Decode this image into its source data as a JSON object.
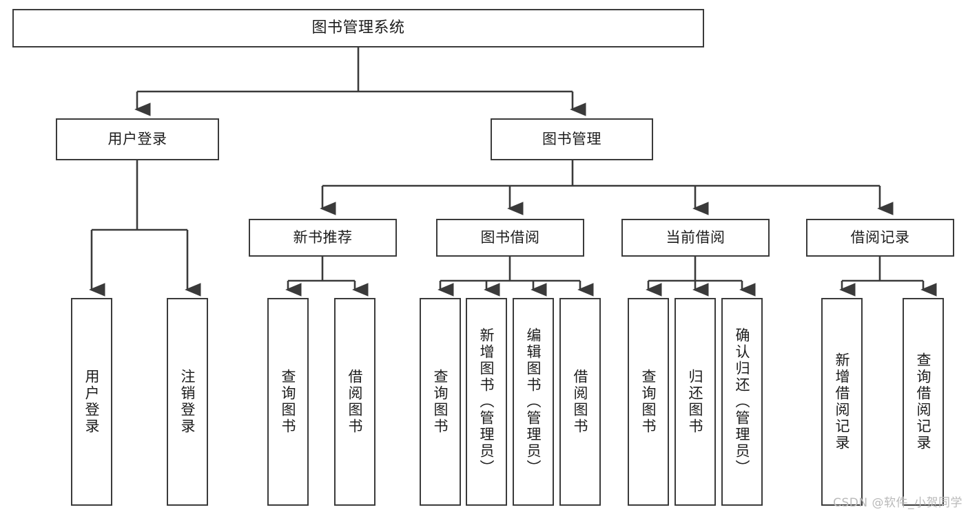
{
  "diagram": {
    "title": "图书管理系统",
    "type": "tree-hierarchy",
    "watermark": "CSDN @软件_小贺同学",
    "colors": {
      "background": "#ffffff",
      "node_border": "#3a3a3a",
      "node_fill": "#ffffff",
      "connector": "#3a3a3a",
      "text": "#1c1c1c",
      "watermark": "#b9b9b9"
    },
    "nodes": {
      "root": {
        "label": "图书管理系统"
      },
      "level2": [
        {
          "label": "用户登录"
        },
        {
          "label": "图书管理"
        }
      ],
      "level3": [
        {
          "label": "新书推荐"
        },
        {
          "label": "图书借阅"
        },
        {
          "label": "当前借阅"
        },
        {
          "label": "借阅记录"
        }
      ],
      "leaves": {
        "user_login": [
          {
            "label": "用户登录"
          },
          {
            "label": "注销登录"
          }
        ],
        "new_book_recommend": [
          {
            "label": "查询图书"
          },
          {
            "label": "借阅图书"
          }
        ],
        "book_borrow": [
          {
            "label": "查询图书"
          },
          {
            "label": "新增图书（管理员）"
          },
          {
            "label": "编辑图书（管理员）"
          },
          {
            "label": "借阅图书"
          }
        ],
        "current_borrow": [
          {
            "label": "查询图书"
          },
          {
            "label": "归还图书"
          },
          {
            "label": "确认归还（管理员）"
          }
        ],
        "borrow_record": [
          {
            "label": "新增借阅记录"
          },
          {
            "label": "查询借阅记录"
          }
        ]
      }
    }
  }
}
